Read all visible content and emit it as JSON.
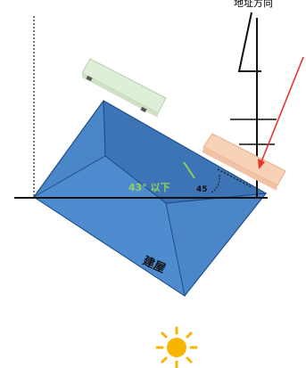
{
  "top_text": "地址方向",
  "angle_text": "43° 以下",
  "small_angle_text": "45",
  "building_label": "建屋",
  "colors": {
    "roof_face": "#4a86c8",
    "roof_top": "#3a72b3",
    "roof_stroke": "#1f4f86",
    "green_panel": "#d9ead3",
    "orange_panel": "#f9d2b8",
    "ray": "#e8322e",
    "sun": "#f7b500",
    "angle_label": "#8fd15a"
  },
  "icons": [
    "sun-icon"
  ]
}
